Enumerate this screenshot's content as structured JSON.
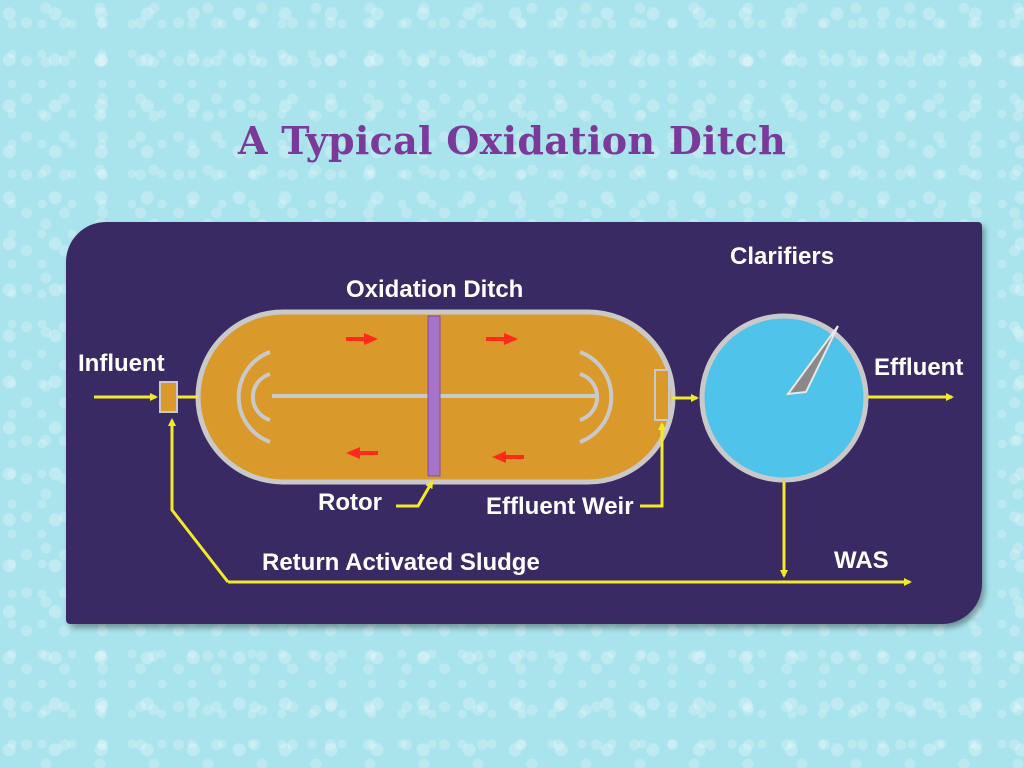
{
  "title": "A Typical Oxidation Ditch",
  "labels": {
    "oxidation_ditch": "Oxidation Ditch",
    "clarifiers": "Clarifiers",
    "influent": "Influent",
    "effluent": "Effluent",
    "rotor": "Rotor",
    "effluent_weir": "Effluent Weir",
    "return_sludge": "Return Activated Sludge",
    "was": "WAS"
  },
  "colors": {
    "panel": "#3a2a63",
    "ditch": "#d99a2b",
    "clarifier": "#4fc3ea",
    "flow_line": "#f2e92b",
    "arrow_red": "#ff2a1a",
    "rotor": "#a673c9",
    "title": "#7a3a9a"
  }
}
